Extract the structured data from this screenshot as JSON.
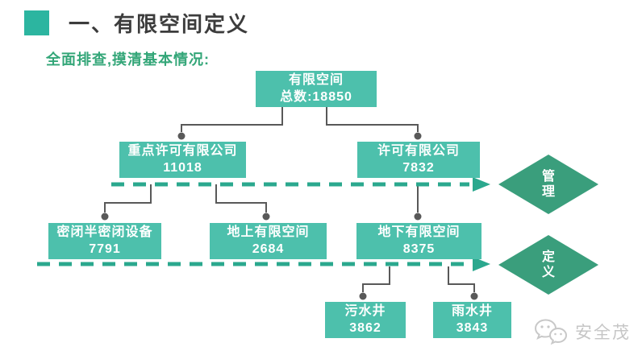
{
  "page": {
    "title": "一、有限空间定义",
    "subtitle": "全面排查,摸清基本情况:"
  },
  "tree": {
    "root": {
      "label": "有限空间",
      "value": "总数:18850"
    },
    "level2": [
      {
        "label": "重点许可有限公司",
        "value": "11018"
      },
      {
        "label": "许可有限公司",
        "value": "7832"
      }
    ],
    "level3": [
      {
        "label": "密闭半密闭设备",
        "value": "7791"
      },
      {
        "label": "地上有限空间",
        "value": "2684"
      },
      {
        "label": "地下有限空间",
        "value": "8375"
      }
    ],
    "level4": [
      {
        "label": "污水井",
        "value": "3862"
      },
      {
        "label": "雨水井",
        "value": "3843"
      }
    ]
  },
  "diamonds": [
    {
      "label": "管理"
    },
    {
      "label": "定义"
    }
  ],
  "watermark": {
    "text": "安全茂"
  },
  "colors": {
    "node_teal": "#4dc0ac",
    "diamond_green": "#3a9e7c",
    "dashed_teal": "#2ba88e",
    "connector_gray": "#595959",
    "subtitle_green": "#33a678",
    "title_dark": "#3c3c3c",
    "title_bullet_teal": "#2cb5a0",
    "watermark_gray": "#c6c6c6"
  }
}
